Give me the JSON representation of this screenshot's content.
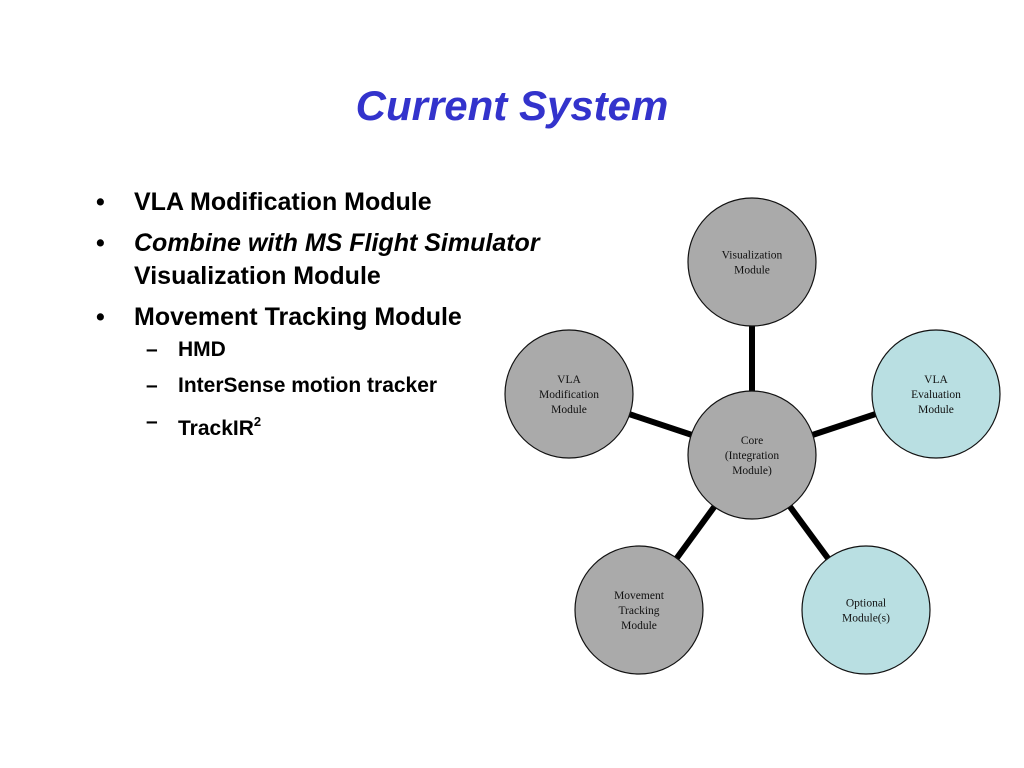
{
  "slide": {
    "title": "Current System",
    "bullets": [
      {
        "text": "VLA Modification Module"
      },
      {
        "text_italic": "Combine with MS Flight Simulator",
        "text_rest": "Visualization Module"
      },
      {
        "text": "Movement Tracking Module",
        "sub": [
          {
            "text": "HMD"
          },
          {
            "text": "InterSense motion tracker"
          },
          {
            "text": "TrackIR",
            "sup": "2"
          }
        ]
      }
    ],
    "bullet_glyph": "•",
    "sub_glyph": "–"
  },
  "diagram": {
    "colors": {
      "gray_fill": "#aaaaaa",
      "teal_fill": "#b9dfe2",
      "stroke": "#111111",
      "connector": "#000000"
    },
    "nodes": [
      {
        "id": "core",
        "lines": [
          "Core",
          "(Integration",
          "Module)"
        ],
        "fill": "gray"
      },
      {
        "id": "visualization",
        "lines": [
          "Visualization",
          "Module"
        ],
        "fill": "gray"
      },
      {
        "id": "vla-modification",
        "lines": [
          "VLA",
          "Modification",
          "Module"
        ],
        "fill": "gray"
      },
      {
        "id": "vla-evaluation",
        "lines": [
          "VLA",
          "Evaluation",
          "Module"
        ],
        "fill": "teal"
      },
      {
        "id": "movement-tracking",
        "lines": [
          "Movement",
          "Tracking",
          "Module"
        ],
        "fill": "gray"
      },
      {
        "id": "optional",
        "lines": [
          "Optional",
          "Module(s)"
        ],
        "fill": "teal"
      }
    ]
  }
}
